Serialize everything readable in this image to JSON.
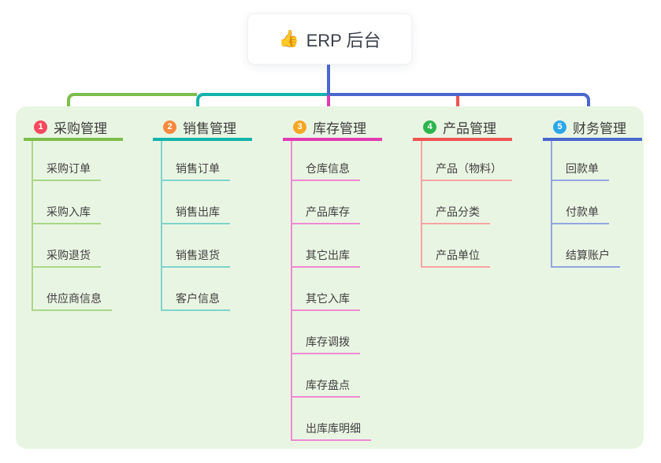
{
  "root": {
    "label": "ERP 后台",
    "icon": "👍",
    "icon_name": "thumbs-up-icon",
    "connector_color": "#4a67cf"
  },
  "panel": {
    "background": "#e9f5e3"
  },
  "branches": [
    {
      "badge": "1",
      "title": "采购管理",
      "badge_color": "#f5495e",
      "line_color": "#7cbe4b",
      "light_line_color": "#a9d788",
      "children": [
        "采购订单",
        "采购入库",
        "采购退货",
        "供应商信息"
      ]
    },
    {
      "badge": "2",
      "title": "销售管理",
      "badge_color": "#f8883d",
      "line_color": "#14b3ab",
      "light_line_color": "#7ed3cd",
      "children": [
        "销售订单",
        "销售出库",
        "销售退货",
        "客户信息"
      ]
    },
    {
      "badge": "3",
      "title": "库存管理",
      "badge_color": "#f6a623",
      "line_color": "#e23ab4",
      "light_line_color": "#f08ad2",
      "children": [
        "仓库信息",
        "产品库存",
        "其它出库",
        "其它入库",
        "库存调拨",
        "库存盘点",
        "出库库明细"
      ]
    },
    {
      "badge": "4",
      "title": "产品管理",
      "badge_color": "#2db54d",
      "line_color": "#f05352",
      "light_line_color": "#f7a3a2",
      "children": [
        "产品（物料）",
        "产品分类",
        "产品单位"
      ]
    },
    {
      "badge": "5",
      "title": "财务管理",
      "badge_color": "#2aa7e9",
      "line_color": "#4a67cf",
      "light_line_color": "#93a6e0",
      "children": [
        "回款单",
        "付款单",
        "结算账户"
      ]
    }
  ]
}
